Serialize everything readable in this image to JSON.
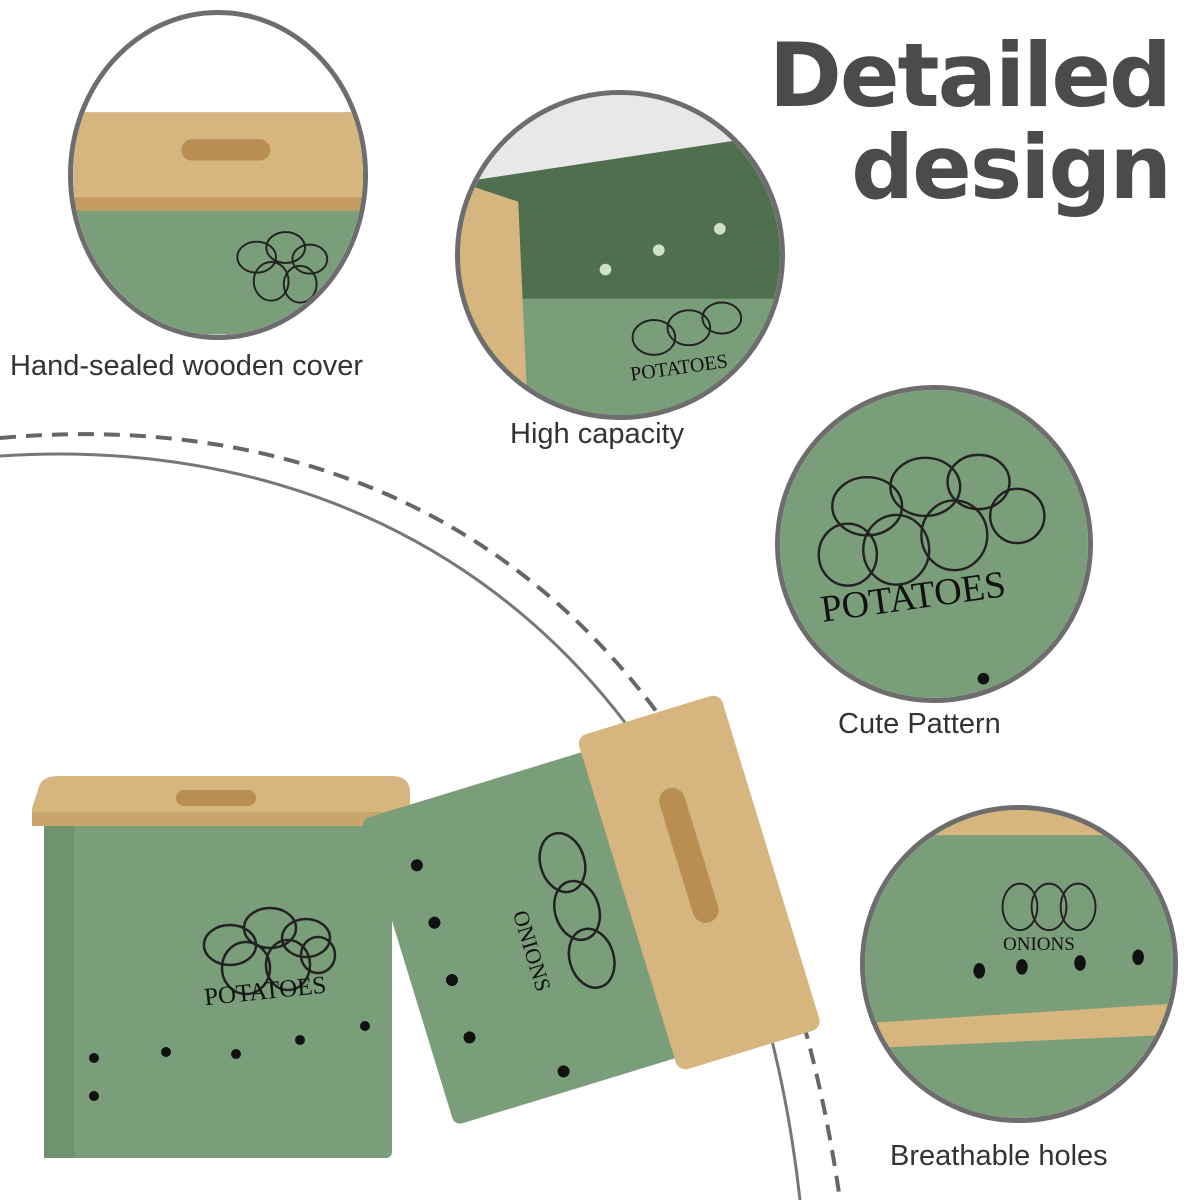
{
  "headline": {
    "line1": "Detailed",
    "line2": "design"
  },
  "captions": {
    "cover": "Hand-sealed wooden cover",
    "capacity": "High capacity",
    "pattern": "Cute Pattern",
    "holes": "Breathable holes"
  },
  "labels": {
    "potatoes": "POTATOES",
    "onions": "ONIONS"
  },
  "colors": {
    "box_green": "#789c78",
    "box_green_dark": "#4e6e4e",
    "wood": "#d7b57e",
    "text": "#4b4b4b"
  }
}
